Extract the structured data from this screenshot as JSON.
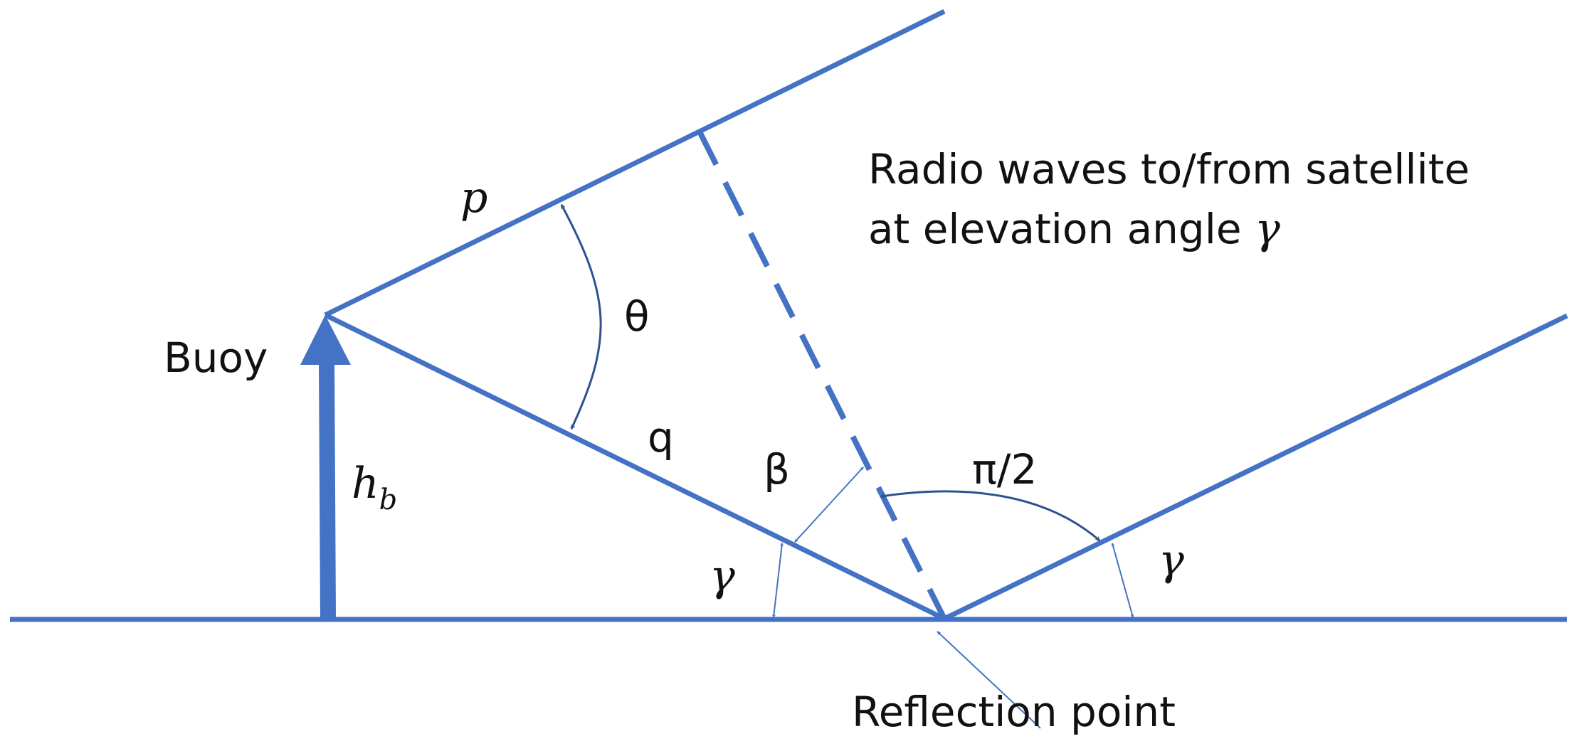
{
  "labels": {
    "caption_line1": "Radio waves to/from satellite",
    "caption_line2_text": "at elevation angle ",
    "caption_line2_symbol": "γ",
    "buoy": "Buoy",
    "reflection_point": "Reflection point",
    "p": "p",
    "q": "q",
    "theta": "θ",
    "beta": "β",
    "half_pi": "π/2",
    "gamma_left": "γ",
    "gamma_right": "γ",
    "h": "h",
    "h_sub": "b"
  },
  "colors": {
    "line": "#4472C4",
    "arrow": "#2F528F",
    "text": "#111111"
  }
}
